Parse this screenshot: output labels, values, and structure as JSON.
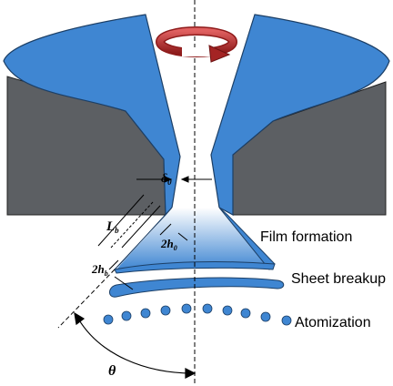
{
  "labels": {
    "film_formation": "Film formation",
    "sheet_breakup": "Sheet breakup",
    "atomization": "Atomization",
    "delta": "δ",
    "delta_sub": "0",
    "L": "L",
    "L_sub": "b",
    "two_h0": "2h",
    "two_h0_sub": "0",
    "two_hb": "2h",
    "two_hb_sub": "b",
    "theta": "θ"
  },
  "colors": {
    "liquid_blue": "#3f86d2",
    "body_gray": "#5c5f63",
    "rotation_arrow": "#b52a2a"
  },
  "icons": {
    "rotation": "rotation-arrow-icon"
  }
}
